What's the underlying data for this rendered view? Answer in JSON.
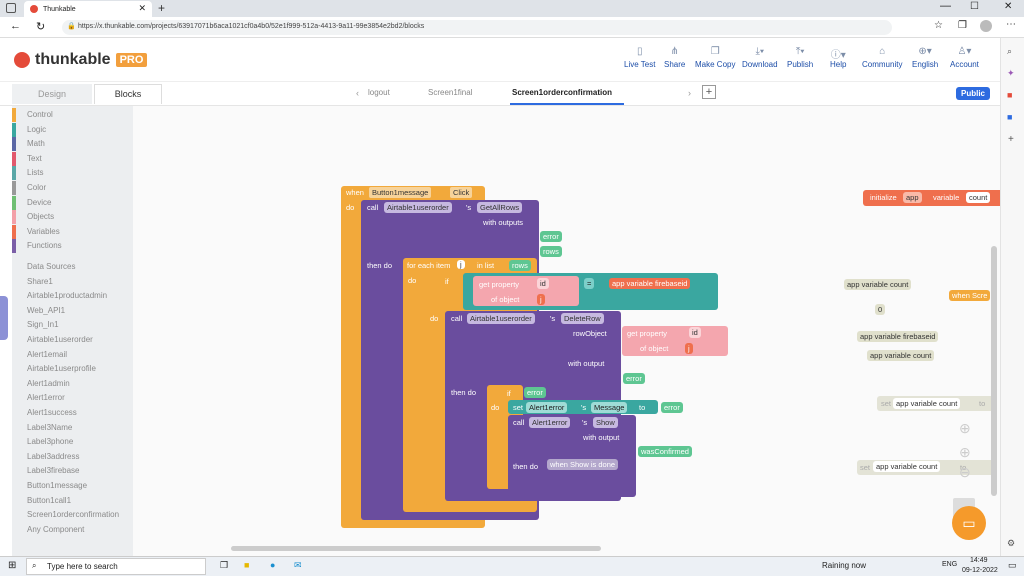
{
  "browser": {
    "tab_title": "Thunkable",
    "url": "https://x.thunkable.com/projects/63917071b6aca1021cf0a4b0/52e1f999-512a-4413-9a11-99e3854e2bd2/blocks"
  },
  "header": {
    "logo": "thunkable",
    "badge": "PRO",
    "actions": [
      "Live Test",
      "Share",
      "Make Copy",
      "Download",
      "Publish",
      "Help",
      "Community",
      "English",
      "Account"
    ]
  },
  "tabs": {
    "design": "Design",
    "blocks": "Blocks",
    "screens": [
      "logout",
      "Screen1final",
      "Screen1orderconfirmation"
    ],
    "public_label": "Public"
  },
  "palette": {
    "builtins": [
      {
        "label": "Control",
        "color": "#f2a93b"
      },
      {
        "label": "Logic",
        "color": "#3aa7a0"
      },
      {
        "label": "Math",
        "color": "#5b67a5"
      },
      {
        "label": "Text",
        "color": "#e2586d"
      },
      {
        "label": "Lists",
        "color": "#5aa7a7"
      },
      {
        "label": "Color",
        "color": "#999999"
      },
      {
        "label": "Device",
        "color": "#6fbf73"
      },
      {
        "label": "Objects",
        "color": "#f3a0a8"
      },
      {
        "label": "Variables",
        "color": "#ef6f4d"
      },
      {
        "label": "Functions",
        "color": "#7b5ea7"
      }
    ],
    "components": [
      "Data Sources",
      "Share1",
      "Airtable1productadmin",
      "Web_API1",
      "Sign_In1",
      "Airtable1userorder",
      "Alert1email",
      "Airtable1userprofile",
      "Alert1admin",
      "Alert1error",
      "Alert1success",
      "Label3Name",
      "Label3phone",
      "Label3address",
      "Label3firebase",
      "Button1message",
      "Button1call1",
      "Screen1orderconfirmation",
      "Any Component"
    ]
  },
  "blocks": {
    "when": "when",
    "component": "Button1message",
    "event": "Click",
    "do": "do",
    "call": "call",
    "airtable": "Airtable1userorder",
    "possessive": "'s",
    "getallrows": "GetAllRows",
    "with_outputs": "with outputs",
    "error": "error",
    "rows": "rows",
    "then_do": "then do",
    "for_each": "for each item",
    "j": "j",
    "in_list": "in list",
    "if": "if",
    "get_property": "get property",
    "of_object": "of object",
    "id": "id",
    "eq": "=",
    "app_firebaseid": "app variable firebaseid",
    "deleterow": "DeleteRow",
    "rowobject": "rowObject",
    "with_output": "with output",
    "set": "set",
    "alert1error": "Alert1error",
    "message": "Message",
    "to": "to",
    "show": "Show",
    "wasconfirmed": "wasConfirmed",
    "when_show_done": "when Show is done"
  },
  "side_blocks": {
    "initialize": "initialize",
    "app": "app",
    "variable": "variable",
    "count": "count",
    "count_getter": "app variable count",
    "zero": "0",
    "firebase_getter": "app variable firebaseid",
    "count_getter2": "app variable count",
    "set": "set",
    "to": "to",
    "when_screen": "when Scre"
  },
  "taskbar": {
    "search": "Type here to search",
    "weather": "Raining now",
    "lang": "ENG",
    "time": "14:49",
    "date": "09-12-2022"
  }
}
